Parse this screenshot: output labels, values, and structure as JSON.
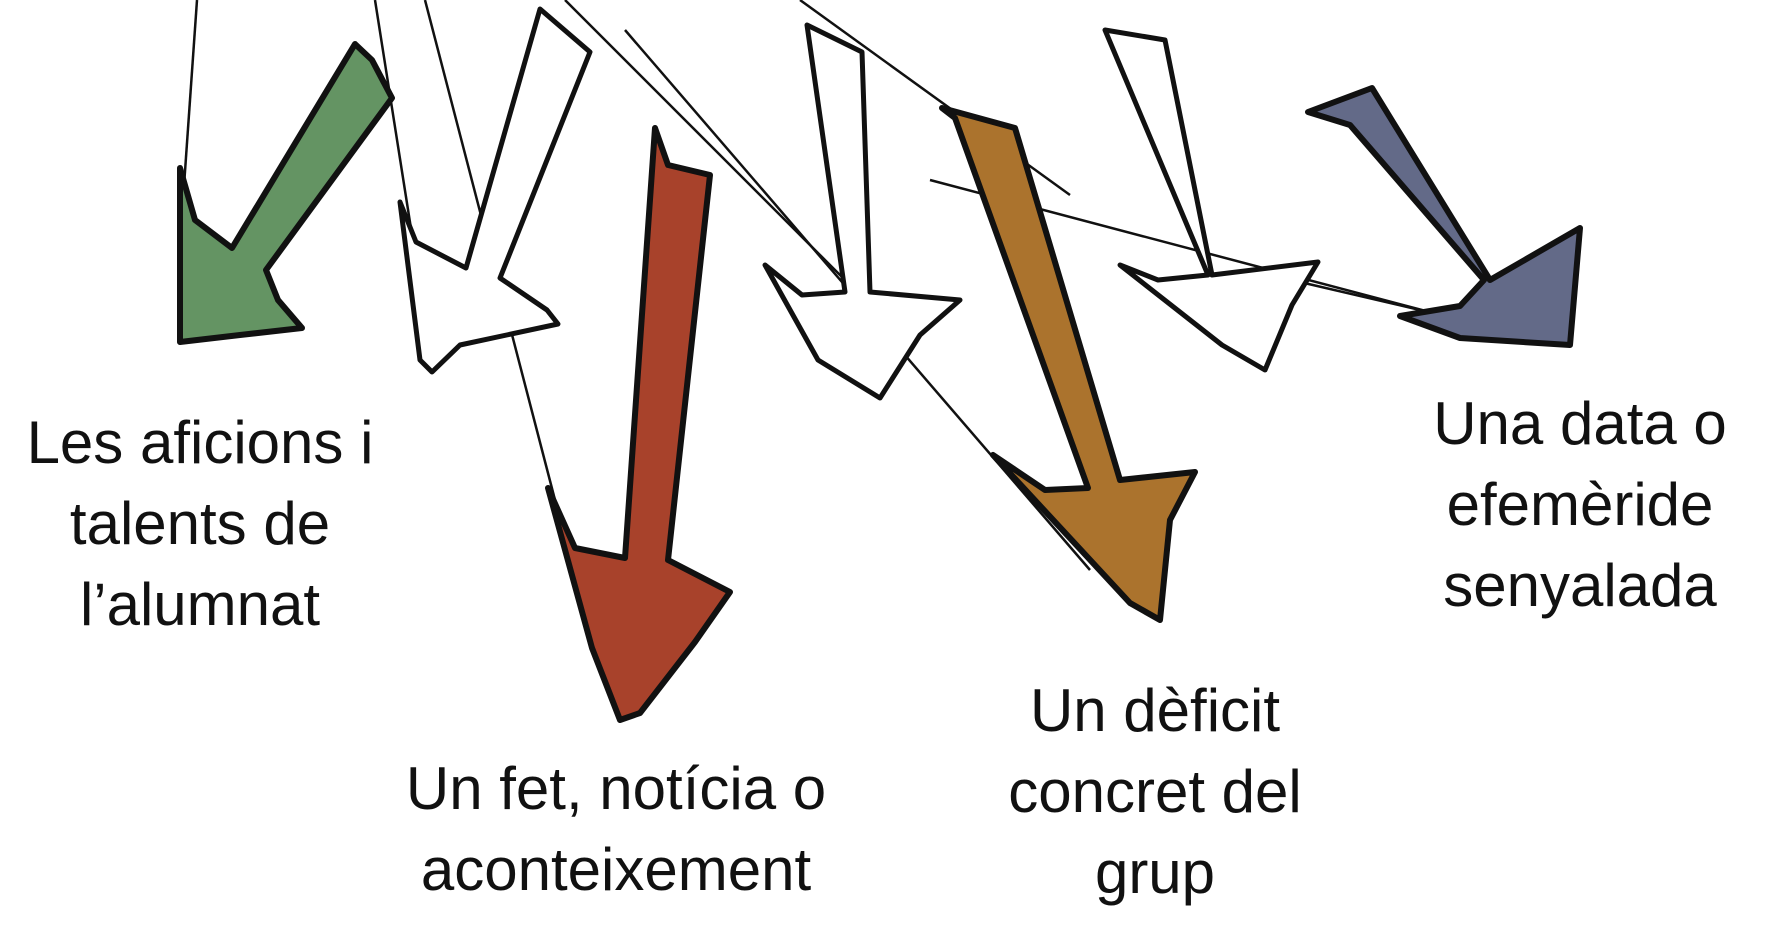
{
  "labels": [
    {
      "id": "hobbies",
      "lines": [
        "Les aficions i",
        "talents de",
        "l’alumnat"
      ],
      "color": "#649463"
    },
    {
      "id": "news",
      "lines": [
        "Un fet, notícia o",
        "aconteixement"
      ],
      "color": "#a8422b"
    },
    {
      "id": "deficit",
      "lines": [
        "Un dèficit",
        "concret del",
        "grup"
      ],
      "color": "#ab732d"
    },
    {
      "id": "date",
      "lines": [
        "Una data o",
        "efemèride",
        "senyalada"
      ],
      "color": "#636a88"
    }
  ],
  "style": {
    "outline": "#111111",
    "plain_arrow_fill": "#ffffff"
  }
}
